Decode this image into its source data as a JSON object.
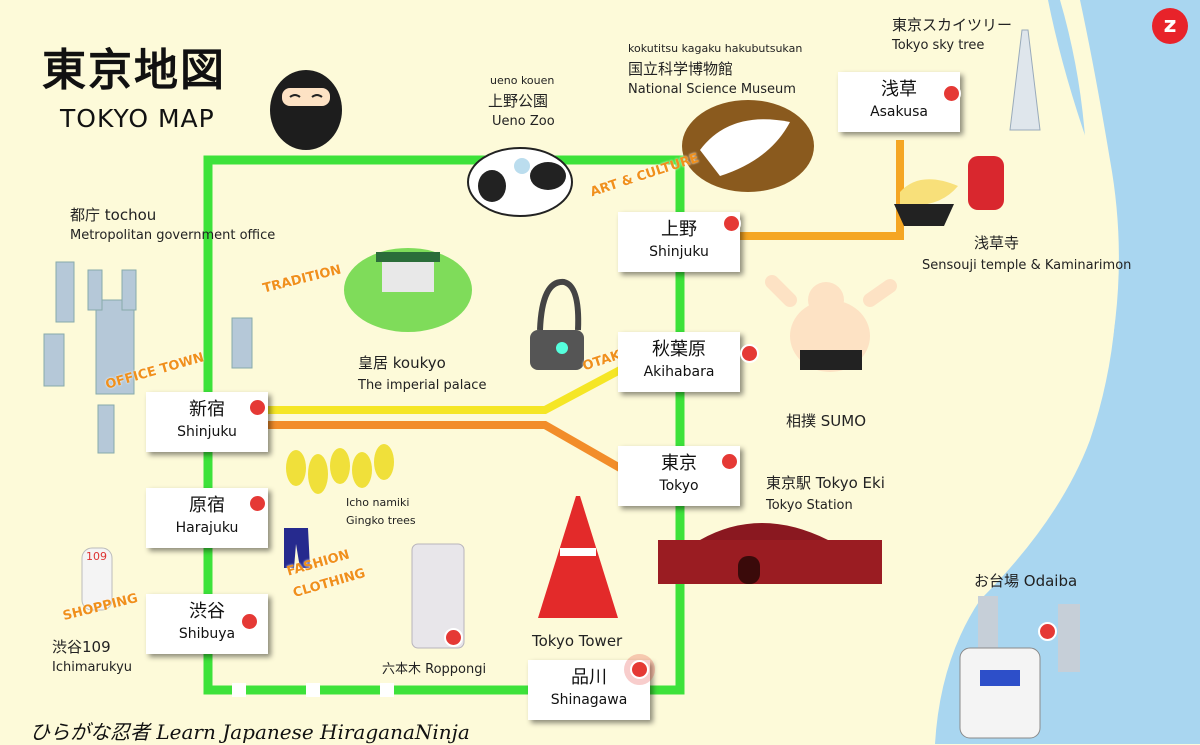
{
  "title": {
    "jp": "東京地図",
    "en": "TOKYO MAP"
  },
  "footer": "ひらがな忍者 Learn Japanese HiraganaNinja",
  "app_button": "z",
  "colors": {
    "background": "#fdfad9",
    "river": "#a9d6f0",
    "yamanote": "#3de23a",
    "ginza": "#f5a623",
    "chuo": "#f28d2a",
    "sobu": "#f5e625",
    "dot": "#e53935"
  },
  "stations": {
    "asakusa": {
      "jp": "浅草",
      "en": "Asakusa"
    },
    "ueno": {
      "jp": "上野",
      "en": "Shinjuku"
    },
    "akihabara": {
      "jp": "秋葉原",
      "en": "Akihabara"
    },
    "tokyo": {
      "jp": "東京",
      "en": "Tokyo"
    },
    "shinjuku": {
      "jp": "新宿",
      "en": "Shinjuku"
    },
    "harajuku": {
      "jp": "原宿",
      "en": "Harajuku"
    },
    "shibuya": {
      "jp": "渋谷",
      "en": "Shibuya"
    },
    "shinagawa": {
      "jp": "品川",
      "en": "Shinagawa"
    }
  },
  "landmarks": {
    "skytree": {
      "jp": "東京スカイツリー",
      "en": "Tokyo sky tree"
    },
    "museum": {
      "romaji": "kokutitsu kagaku hakubutsukan",
      "jp": "国立科学博物館",
      "en": "National Science Museum"
    },
    "zoo": {
      "romaji": "ueno kouen",
      "jp": "上野公園",
      "en": "Ueno Zoo"
    },
    "tochou": {
      "jp": "都庁 tochou",
      "en": "Metropolitan government office"
    },
    "sensouji": {
      "jp": "浅草寺",
      "en": "Sensouji temple & Kaminarimon"
    },
    "palace": {
      "jp": "皇居 koukyo",
      "en": "The imperial palace"
    },
    "sumo": {
      "jp": "相撲 SUMO"
    },
    "tokyo_station": {
      "jp": "東京駅 Tokyo Eki",
      "en": "Tokyo Station"
    },
    "gingko": {
      "jp": "Icho namiki",
      "en": "Gingko trees"
    },
    "tower": {
      "en": "Tokyo Tower"
    },
    "roppongi": {
      "jp": "六本木 Roppongi"
    },
    "odaiba": {
      "jp": "お台場 Odaiba"
    },
    "shibuya109": {
      "jp": "渋谷109",
      "en": "Ichimarukyu",
      "sign": "109"
    }
  },
  "themes": {
    "art": "ART & CULTURE",
    "tradition": "TRADITION",
    "office": "OFFICE TOWN",
    "otaku": "OTAKU",
    "fashion1": "FASHION",
    "fashion2": "CLOTHING",
    "shopping": "SHOPPING"
  }
}
